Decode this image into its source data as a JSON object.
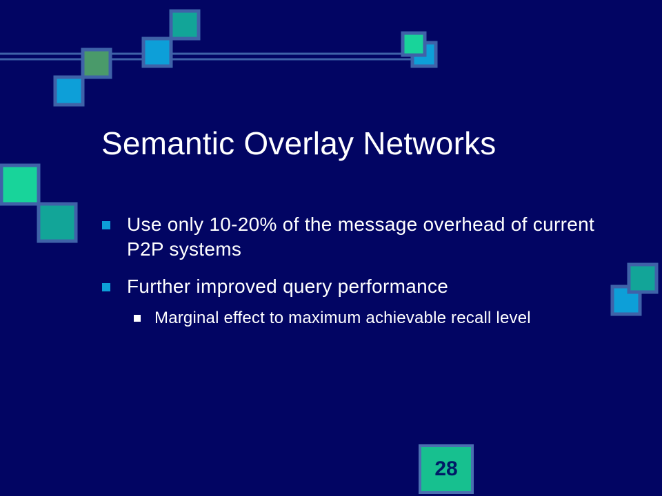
{
  "slide": {
    "title": "Semantic Overlay Networks",
    "bullets": [
      {
        "text": "Use only 10-20% of the message overhead of current P2P systems",
        "sub": []
      },
      {
        "text": "Further improved query performance",
        "sub": [
          {
            "text": "Marginal effect to maximum achievable recall level"
          }
        ]
      }
    ],
    "page_number": "28"
  },
  "colors": {
    "background": "#020563",
    "bullet_marker": "#0d9fd8",
    "teal_square": "#12a598",
    "blue_square": "#0d9fd8",
    "green_square": "#4a9a6a",
    "mint_square": "#18d49a",
    "square_border": "#3f62a8"
  }
}
